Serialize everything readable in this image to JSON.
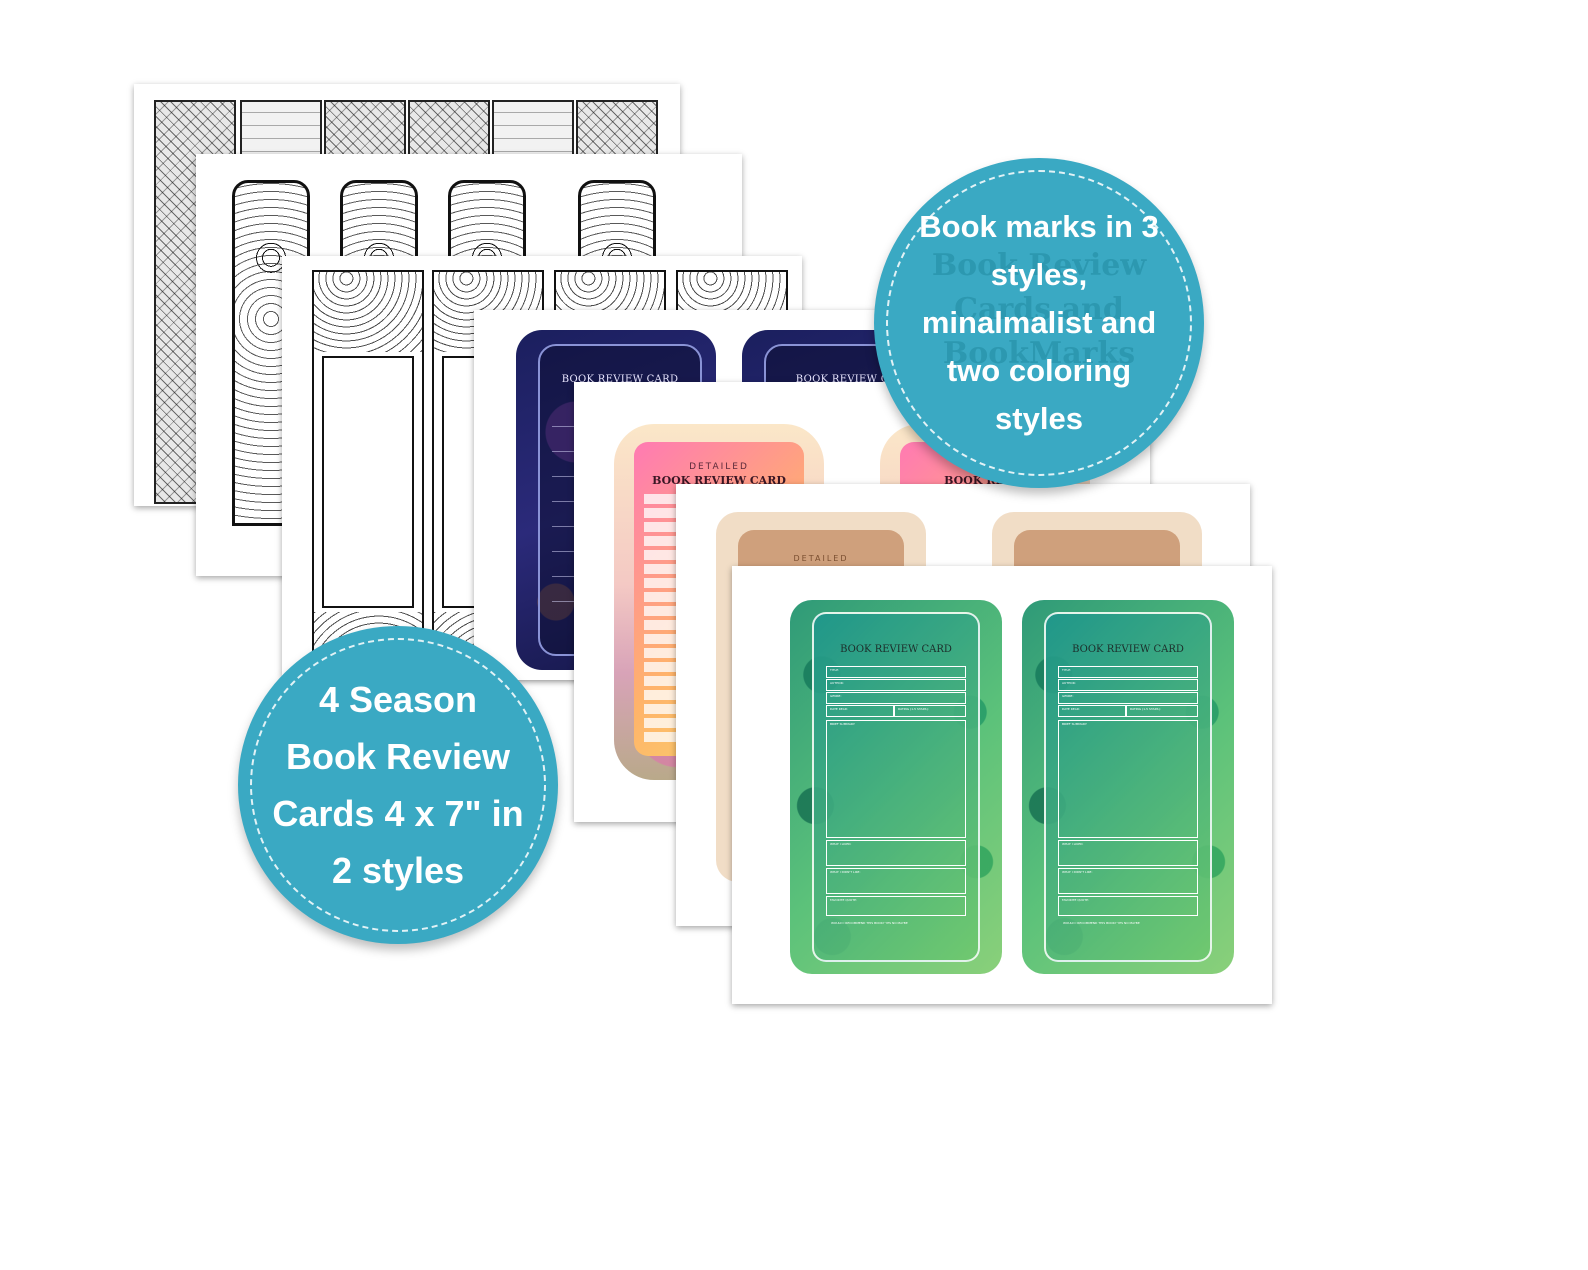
{
  "colors": {
    "badge": "#3aa9c3",
    "background": "#ffffff",
    "navy_card": "#1b1f5e",
    "pink_card": "#ff7ab3",
    "autumn_card": "#cfa07c",
    "green_card": "#5cc27a"
  },
  "badges": {
    "top": "Book marks in 3\nstyles,\nminalmalist and\ntwo coloring\nstyles",
    "top_ghost": "Book Review\nCards and\nBookMarks",
    "bottom": "4 Season\nBook Review\nCards 4 x 7\" in\n2 styles"
  },
  "cards": {
    "navy_title": "BOOK REVIEW CARD",
    "navy_title_2": "BOOK REVIEW CA",
    "pink_kicker": "DETAILED",
    "pink_title": "BOOK REVIEW CARD",
    "pink_kicker_2": "D",
    "pink_title_2": "BOOK REVIE",
    "autumn_kicker": "DETAILED",
    "green_title": "BOOK REVIEW CARD",
    "green_fields": {
      "title": "TITLE:",
      "author": "AUTHOR:",
      "genre": "GENRE:",
      "date_read": "DATE READ:",
      "rating": "RATING (1-5 STARS):",
      "summary": "BRIEF SUMMARY:",
      "liked": "WHAT I LIKED:",
      "didnt_like": "WHAT I DIDN'T LIKE:",
      "favorite_quote": "FAVORITE QUOTE:",
      "recommend": "WOULD I RECOMMEND THIS BOOK?   YES   NO   MAYBE"
    }
  }
}
